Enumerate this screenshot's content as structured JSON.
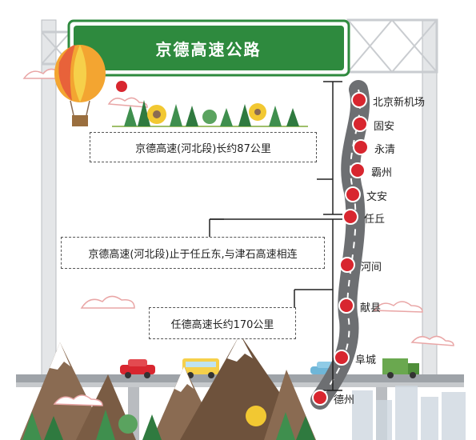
{
  "sign": {
    "title": "京德高速公路"
  },
  "notes": {
    "hebei_length": "京德高速(河北段)长约87公里",
    "hebei_end": "京德高速(河北段)止于任丘东,与津石高速相连",
    "rende_length": "任德高速长约170公里"
  },
  "stations": [
    {
      "name": "北京新机场"
    },
    {
      "name": "固安"
    },
    {
      "name": "永清"
    },
    {
      "name": "霸州"
    },
    {
      "name": "文安"
    },
    {
      "name": "任丘"
    },
    {
      "name": "河间"
    },
    {
      "name": "献县"
    },
    {
      "name": "阜城"
    },
    {
      "name": "德州"
    }
  ],
  "colors": {
    "sign_green": "#2e8a3e",
    "station_red": "#d8262f",
    "road_gray": "#6d6f72",
    "mountain_brown": "#8a6b52"
  }
}
